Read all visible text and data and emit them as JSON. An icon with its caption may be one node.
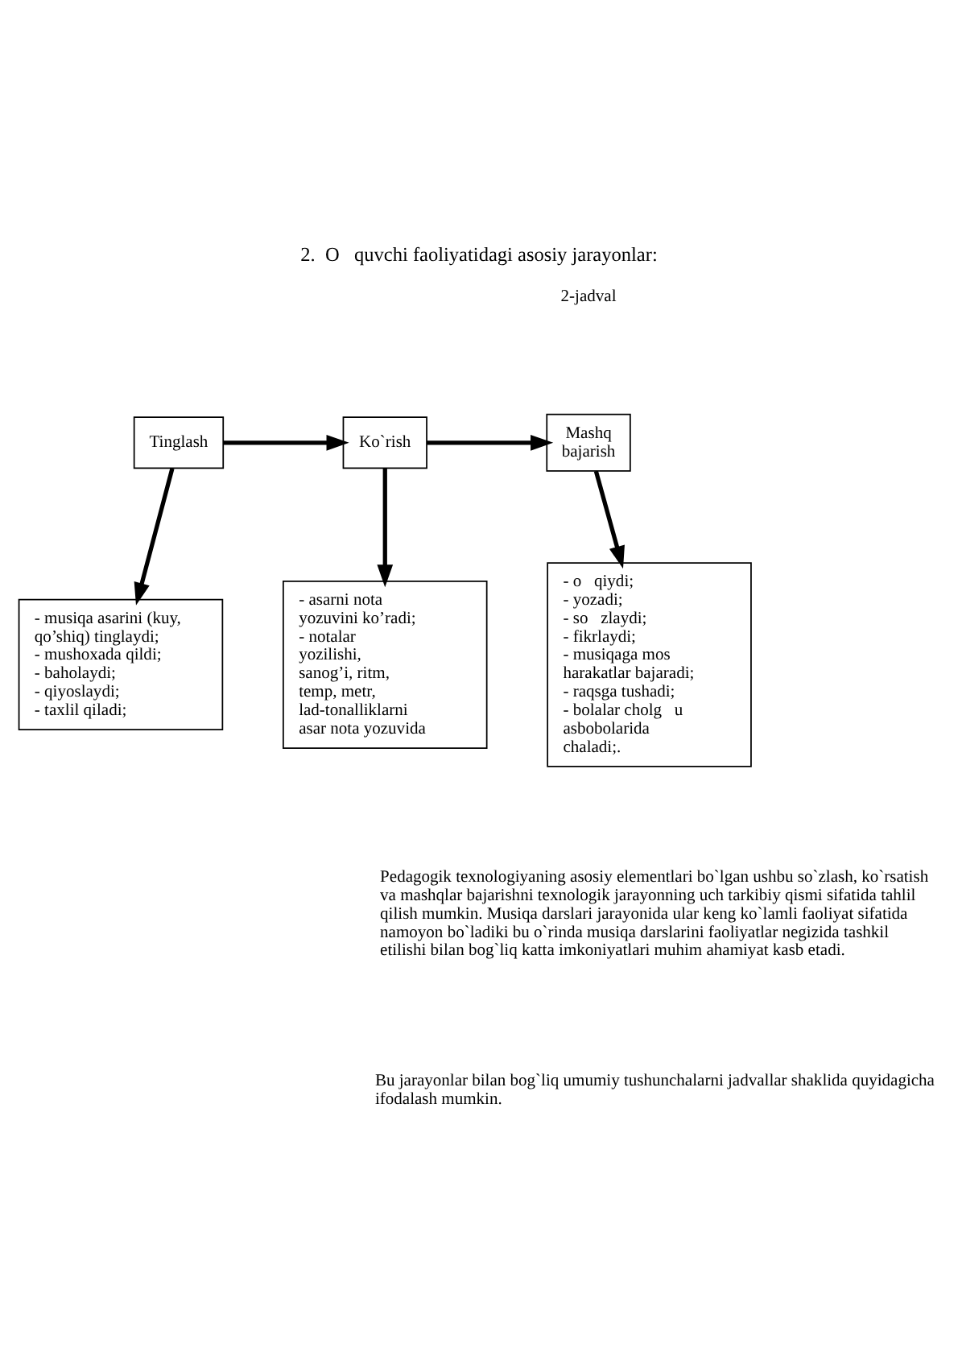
{
  "diagram": {
    "title": "2.  O   quvchi faoliyatidagi asosiy jarayonlar:",
    "nodes": [
      {
        "text": [
          "Tinglash"
        ]
      },
      {
        "text": [
          "Ko`rish"
        ]
      },
      {
        "text": [
          "Mashq bajarish"
        ]
      },
      {
        "text": [
          "- musiqa asarini (kuy, qo’shiq) tinglaydi;",
          "- mushoxada qildi;",
          "- baholaydi;",
          "- qiyoslaydi;",
          "- taxlil qiladi;"
        ]
      },
      {
        "text": [
          "- asarni nota yozuvini ko’radi;",
          "- notalar yozilishi, sanog’i, ritm, temp, metr, lad-tonalliklarni asar nota yozuvida"
        ]
      },
      {
        "text": [
          "- o   qiydi;",
          "- yozadi;",
          "- so   zlaydi;",
          "- fikrlaydi;",
          "- musiqaga mos harakatlar bajaradi;",
          "- raqsga tushadi;",
          "- bolalar cholg   u asbobolarida chaladi;."
        ]
      }
    ],
    "edges": [
      {
        "from": 0,
        "to": 1,
        "arrow": "to"
      },
      {
        "from": 1,
        "to": 2,
        "arrow": "to"
      },
      {
        "from": 0,
        "to": 3,
        "arrow": "to"
      },
      {
        "from": 1,
        "to": 4,
        "arrow": "to"
      },
      {
        "from": 2,
        "to": 5,
        "arrow": "to"
      }
    ],
    "labels": [
      "2-jadval",
      "Pedagogik texnologiyaning asosiy elementlari bo`lgan ushbu so`zlash, ko`rsatish va mashqlar bajarishni texnologik jarayonning uch tarkibiy qismi sifatida tahlil qilish mumkin. Musiqa darslari jarayonida ular keng ko`lamli faoliyat sifatida namoyon bo`ladiki bu o`rinda musiqa darslarini faoliyatlar negizida tashkil etilishi bilan bog`liq katta imkoniyatlari muhim ahamiyat kasb etadi.",
      "Bu jarayonlar bilan bog`liq umumiy tushunchalarni jadvallar shaklida quyidagicha ifodalash mumkin."
    ]
  }
}
